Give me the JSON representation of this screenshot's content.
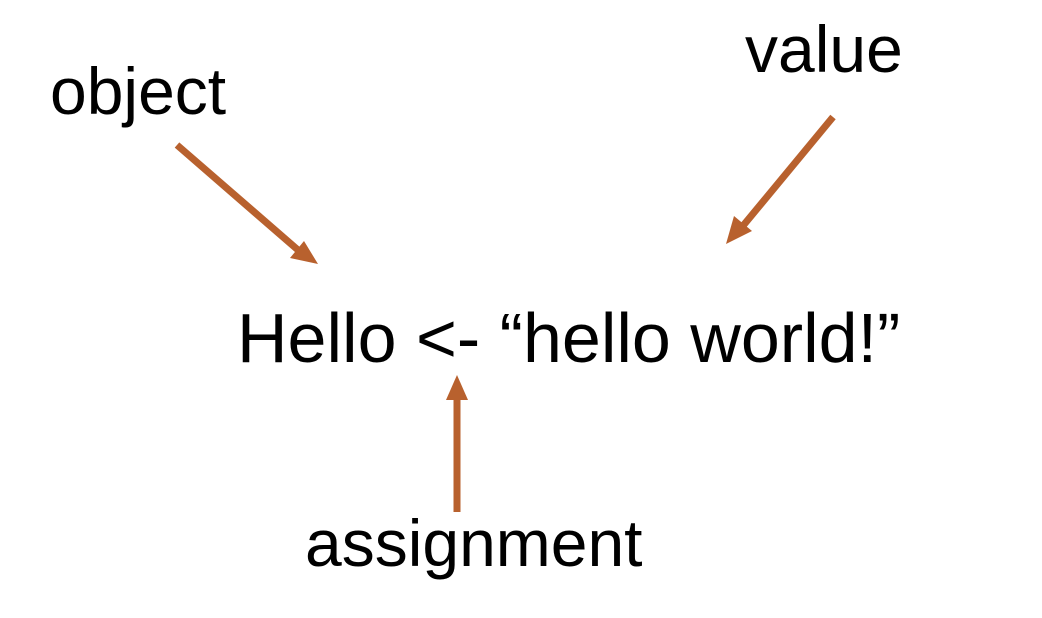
{
  "labels": {
    "object": "object",
    "value": "value",
    "assignment": "assignment"
  },
  "code": {
    "object_name": "Hello",
    "operator": "<-",
    "value": "“hello world!”"
  },
  "colors": {
    "arrow": "#B8612E",
    "text": "#000000",
    "background": "#FFFFFF"
  }
}
